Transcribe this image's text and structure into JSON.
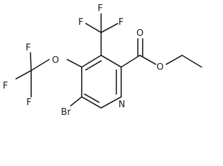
{
  "molecule": {
    "atoms": {
      "f_cf3_top_left": "F",
      "f_cf3_top_right": "F",
      "f_cf3_top_mid": "F",
      "f_ocf3_1": "F",
      "f_ocf3_2": "F",
      "f_ocf3_3": "F",
      "o_ether": "O",
      "o_carbonyl": "O",
      "o_ester": "O",
      "n_ring": "N",
      "br": "Br"
    }
  }
}
